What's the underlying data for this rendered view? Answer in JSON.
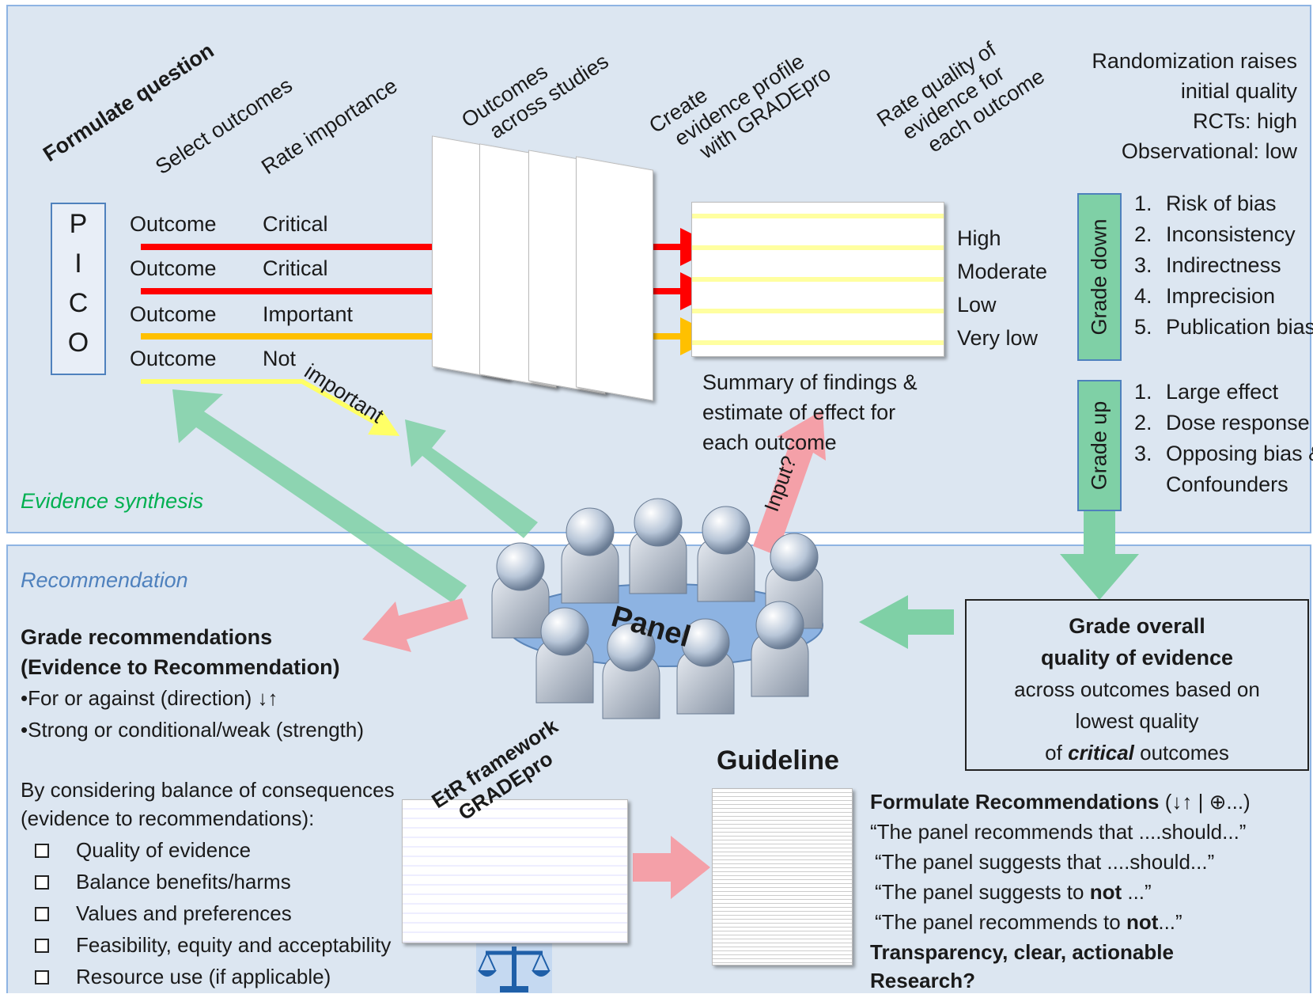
{
  "synthesis": {
    "heading": "Evidence synthesis",
    "steps": {
      "formulate": "Formulate question",
      "select": "Select outcomes",
      "rate": "Rate importance",
      "across": [
        "Outcomes",
        "across studies"
      ],
      "profile": [
        "Create",
        "evidence profile",
        "with GRADEpro"
      ],
      "quality": [
        "Rate quality of",
        "evidence for",
        "each outcome"
      ]
    },
    "pico": [
      "P",
      "I",
      "C",
      "O"
    ],
    "outcome_rows": [
      {
        "outcome": "Outcome",
        "importance": "Critical",
        "color": "#ff0000"
      },
      {
        "outcome": "Outcome",
        "importance": "Critical",
        "color": "#ff0000"
      },
      {
        "outcome": "Outcome",
        "importance": "Important",
        "color": "#ffc000"
      },
      {
        "outcome": "Outcome",
        "importance": "Not",
        "extra": "important",
        "color": "#ffff66"
      }
    ],
    "quality_levels": [
      "High",
      "Moderate",
      "Low",
      "Very low"
    ],
    "summary": [
      "Summary of findings &",
      "estimate of effect for",
      "each outcome"
    ],
    "input_label": "Input?",
    "randomization": [
      "Randomization raises",
      "initial quality",
      "RCTs: high",
      "Observational: low"
    ],
    "grade_down": {
      "label": "Grade down",
      "items": [
        "Risk of bias",
        "Inconsistency",
        "Indirectness",
        "Imprecision",
        "Publication bias"
      ]
    },
    "grade_up": {
      "label": "Grade up",
      "items": [
        "Large effect",
        "Dose response",
        "Opposing bias &",
        "Confounders"
      ]
    }
  },
  "recommendation": {
    "heading": "Recommendation",
    "panel_label": "Panel",
    "grade_title": [
      "Grade recommendations",
      "(Evidence to Recommendation)"
    ],
    "grade_bullets": [
      "For or against (direction) ↓↑",
      "Strong or conditional/weak (strength)"
    ],
    "considering": [
      "By considering balance of consequences",
      "(evidence to recommendations):"
    ],
    "criteria": [
      "Quality of evidence",
      "Balance benefits/harms",
      "Values and preferences",
      "Feasibility, equity and acceptability",
      "Resource use (if applicable)"
    ],
    "etr_label": [
      "EtR framework",
      "GRADEpro"
    ],
    "guideline_label": "Guideline",
    "overall": {
      "title": [
        "Grade overall",
        "quality  of  evidence"
      ],
      "body": [
        "across outcomes based on",
        "lowest quality"
      ],
      "last_pre": "of ",
      "last_em": "critical",
      "last_post": " outcomes"
    },
    "formulate": {
      "title": "Formulate Recommendations",
      "symbols": " (↓↑ | ⊕...)",
      "quotes": [
        {
          "pre": "“The panel recommends that ....should...”",
          "bold": "",
          "post": ""
        },
        {
          "pre": "“The panel suggests that ....should...”",
          "bold": "",
          "post": ""
        },
        {
          "pre": "“The panel suggests to ",
          "bold": "not",
          "post": " ...”"
        },
        {
          "pre": "“The panel recommends to ",
          "bold": "not",
          "post": "...”"
        }
      ],
      "transparency": "Transparency, clear, actionable",
      "research": "Research?"
    }
  },
  "colors": {
    "panel_bg": "#dce6f1",
    "panel_border": "#8eb4e3",
    "critical": "#ff0000",
    "important": "#ffc000",
    "not_important": "#ffff66",
    "green_arrow": "#7fd0a6",
    "pink_arrow": "#f4a0a8",
    "synthesis_text": "#00b050",
    "recommendation_text": "#4f81bd"
  }
}
